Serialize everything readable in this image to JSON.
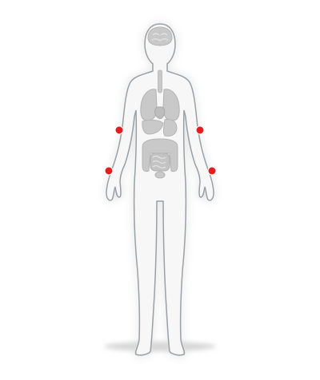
{
  "figure": {
    "colors": {
      "background": "#ffffff",
      "body_fill": "#f7f7f7",
      "body_outline": "#9aa0a6",
      "glow": "#8cc8f0",
      "organ_fill": "#c9c9c9",
      "organ_stroke": "#b4b4b4",
      "marker_fill": "#e02020",
      "marker_stroke": "#ffffff",
      "shadow": "#d7d7d7"
    },
    "organs": [
      "brain",
      "trachea",
      "left-lung",
      "right-lung",
      "heart",
      "liver",
      "stomach",
      "small-intestine",
      "large-intestine",
      "bladder"
    ],
    "markers": [
      {
        "id": "left-elbow",
        "side": "left",
        "joint": "elbow"
      },
      {
        "id": "right-elbow",
        "side": "right",
        "joint": "elbow"
      },
      {
        "id": "left-wrist",
        "side": "left",
        "joint": "wrist"
      },
      {
        "id": "right-wrist",
        "side": "right",
        "joint": "wrist"
      }
    ]
  }
}
